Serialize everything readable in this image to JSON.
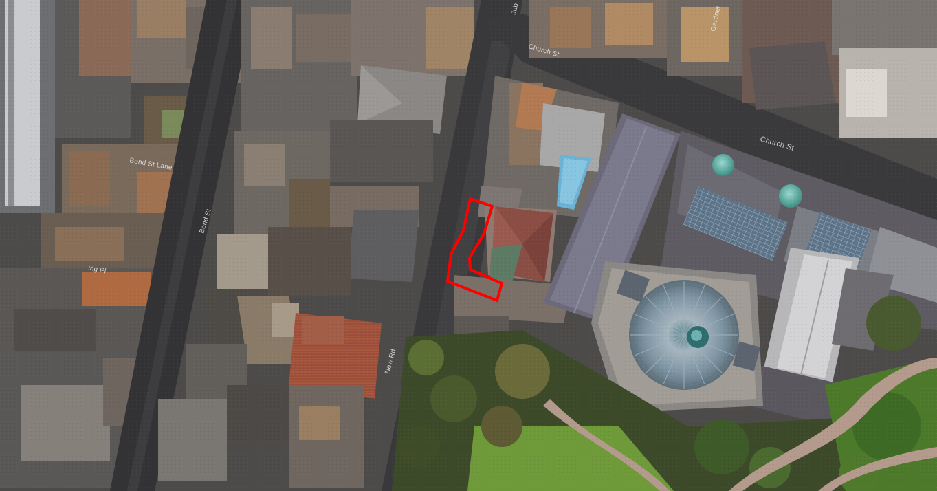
{
  "map": {
    "type": "satellite",
    "road_labels": {
      "church_st_top": "Church St",
      "church_st_right": "Church St",
      "bond_st_lane": "Bond St Lane",
      "bond_st": "Bond St",
      "new_rd": "New Rd",
      "jubilee_partial": "Jub",
      "gardner_partial": "Gardner",
      "king_pl_partial": "ing Pl"
    },
    "highlight": {
      "color": "#ff0000",
      "description_visible": false
    },
    "colors": {
      "roof_dark": "#4a4a4c",
      "roof_light": "#8d8a86",
      "terracotta": "#b3624a",
      "road": "#3b3b3d",
      "grass": "#6b8a3a",
      "dome": "#7d98a6",
      "green_dome": "#5aa89c",
      "path": "#b39a8c"
    }
  }
}
